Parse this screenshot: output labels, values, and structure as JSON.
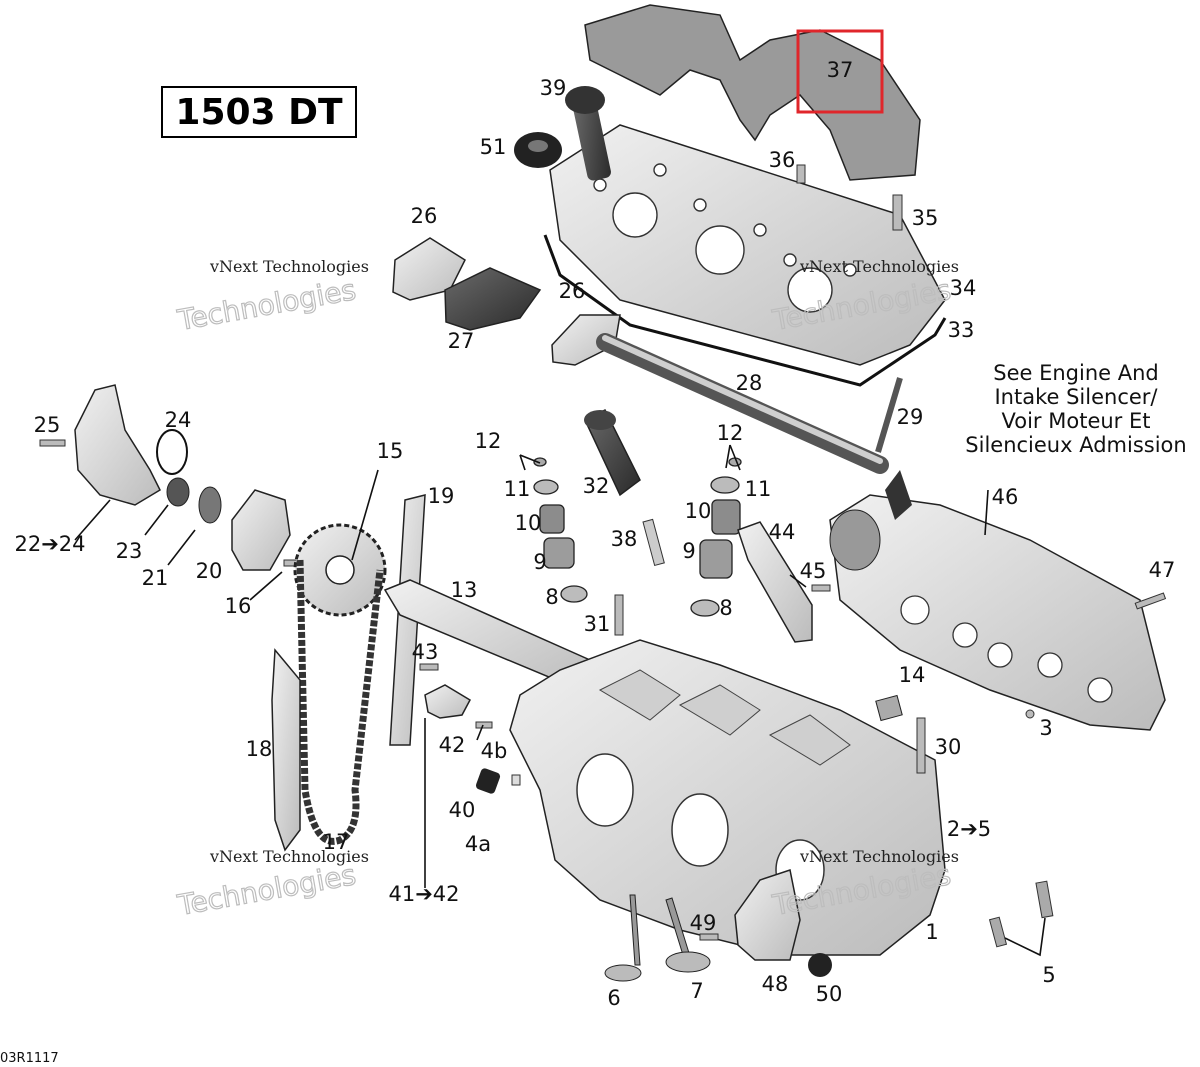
{
  "title": "1503 DT",
  "reference_code": "03R1117",
  "highlight_color": "#e0262b",
  "watermark": {
    "small": "vNext Technologies",
    "large": "Technologies"
  },
  "note_lines": [
    "See Engine And",
    "Intake Silencer/",
    "Voir Moteur Et",
    "Silencieux Admission"
  ],
  "callouts": [
    "37",
    "39",
    "51",
    "36",
    "35",
    "26",
    "34",
    "33",
    "26",
    "27",
    "28",
    "29",
    "25",
    "24",
    "22➔24",
    "23",
    "21",
    "20",
    "16",
    "15",
    "19",
    "13",
    "12",
    "11",
    "10",
    "9",
    "8",
    "32",
    "38",
    "31",
    "12",
    "11",
    "10",
    "9",
    "8",
    "44",
    "45",
    "46",
    "47",
    "43",
    "42",
    "4b",
    "40",
    "4a",
    "41➔42",
    "18",
    "17",
    "14",
    "30",
    "3",
    "2➔5",
    "1",
    "49",
    "48",
    "50",
    "6",
    "7",
    "5"
  ]
}
